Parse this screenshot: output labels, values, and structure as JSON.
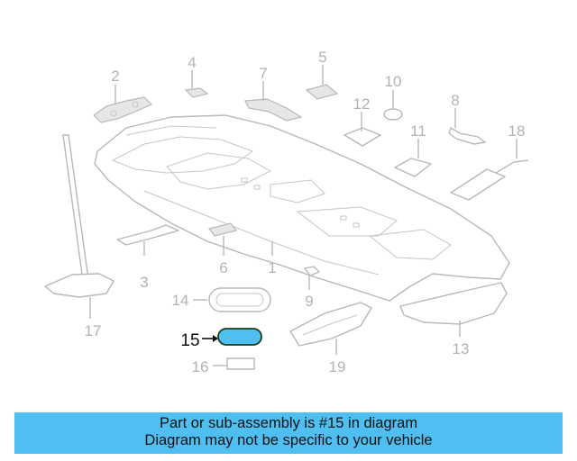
{
  "diagram": {
    "callouts": [
      {
        "id": "p1",
        "label": "1"
      },
      {
        "id": "p2",
        "label": "2"
      },
      {
        "id": "p3",
        "label": "3"
      },
      {
        "id": "p4",
        "label": "4"
      },
      {
        "id": "p5",
        "label": "5"
      },
      {
        "id": "p6",
        "label": "6"
      },
      {
        "id": "p7",
        "label": "7"
      },
      {
        "id": "p8",
        "label": "8"
      },
      {
        "id": "p9",
        "label": "9"
      },
      {
        "id": "p10",
        "label": "10"
      },
      {
        "id": "p11",
        "label": "11"
      },
      {
        "id": "p12",
        "label": "12"
      },
      {
        "id": "p13",
        "label": "13"
      },
      {
        "id": "p14",
        "label": "14"
      },
      {
        "id": "p15",
        "label": "15"
      },
      {
        "id": "p16",
        "label": "16"
      },
      {
        "id": "p17",
        "label": "17"
      },
      {
        "id": "p18",
        "label": "18"
      },
      {
        "id": "p19",
        "label": "19"
      }
    ],
    "highlighted_part": "15",
    "highlight_color": "#4fbff2",
    "line_color": "#b3b3b3"
  },
  "banner": {
    "line1": "Part or sub-assembly is #15 in diagram",
    "line2": "Diagram may not be specific to your vehicle",
    "background": "#4fbff2"
  }
}
